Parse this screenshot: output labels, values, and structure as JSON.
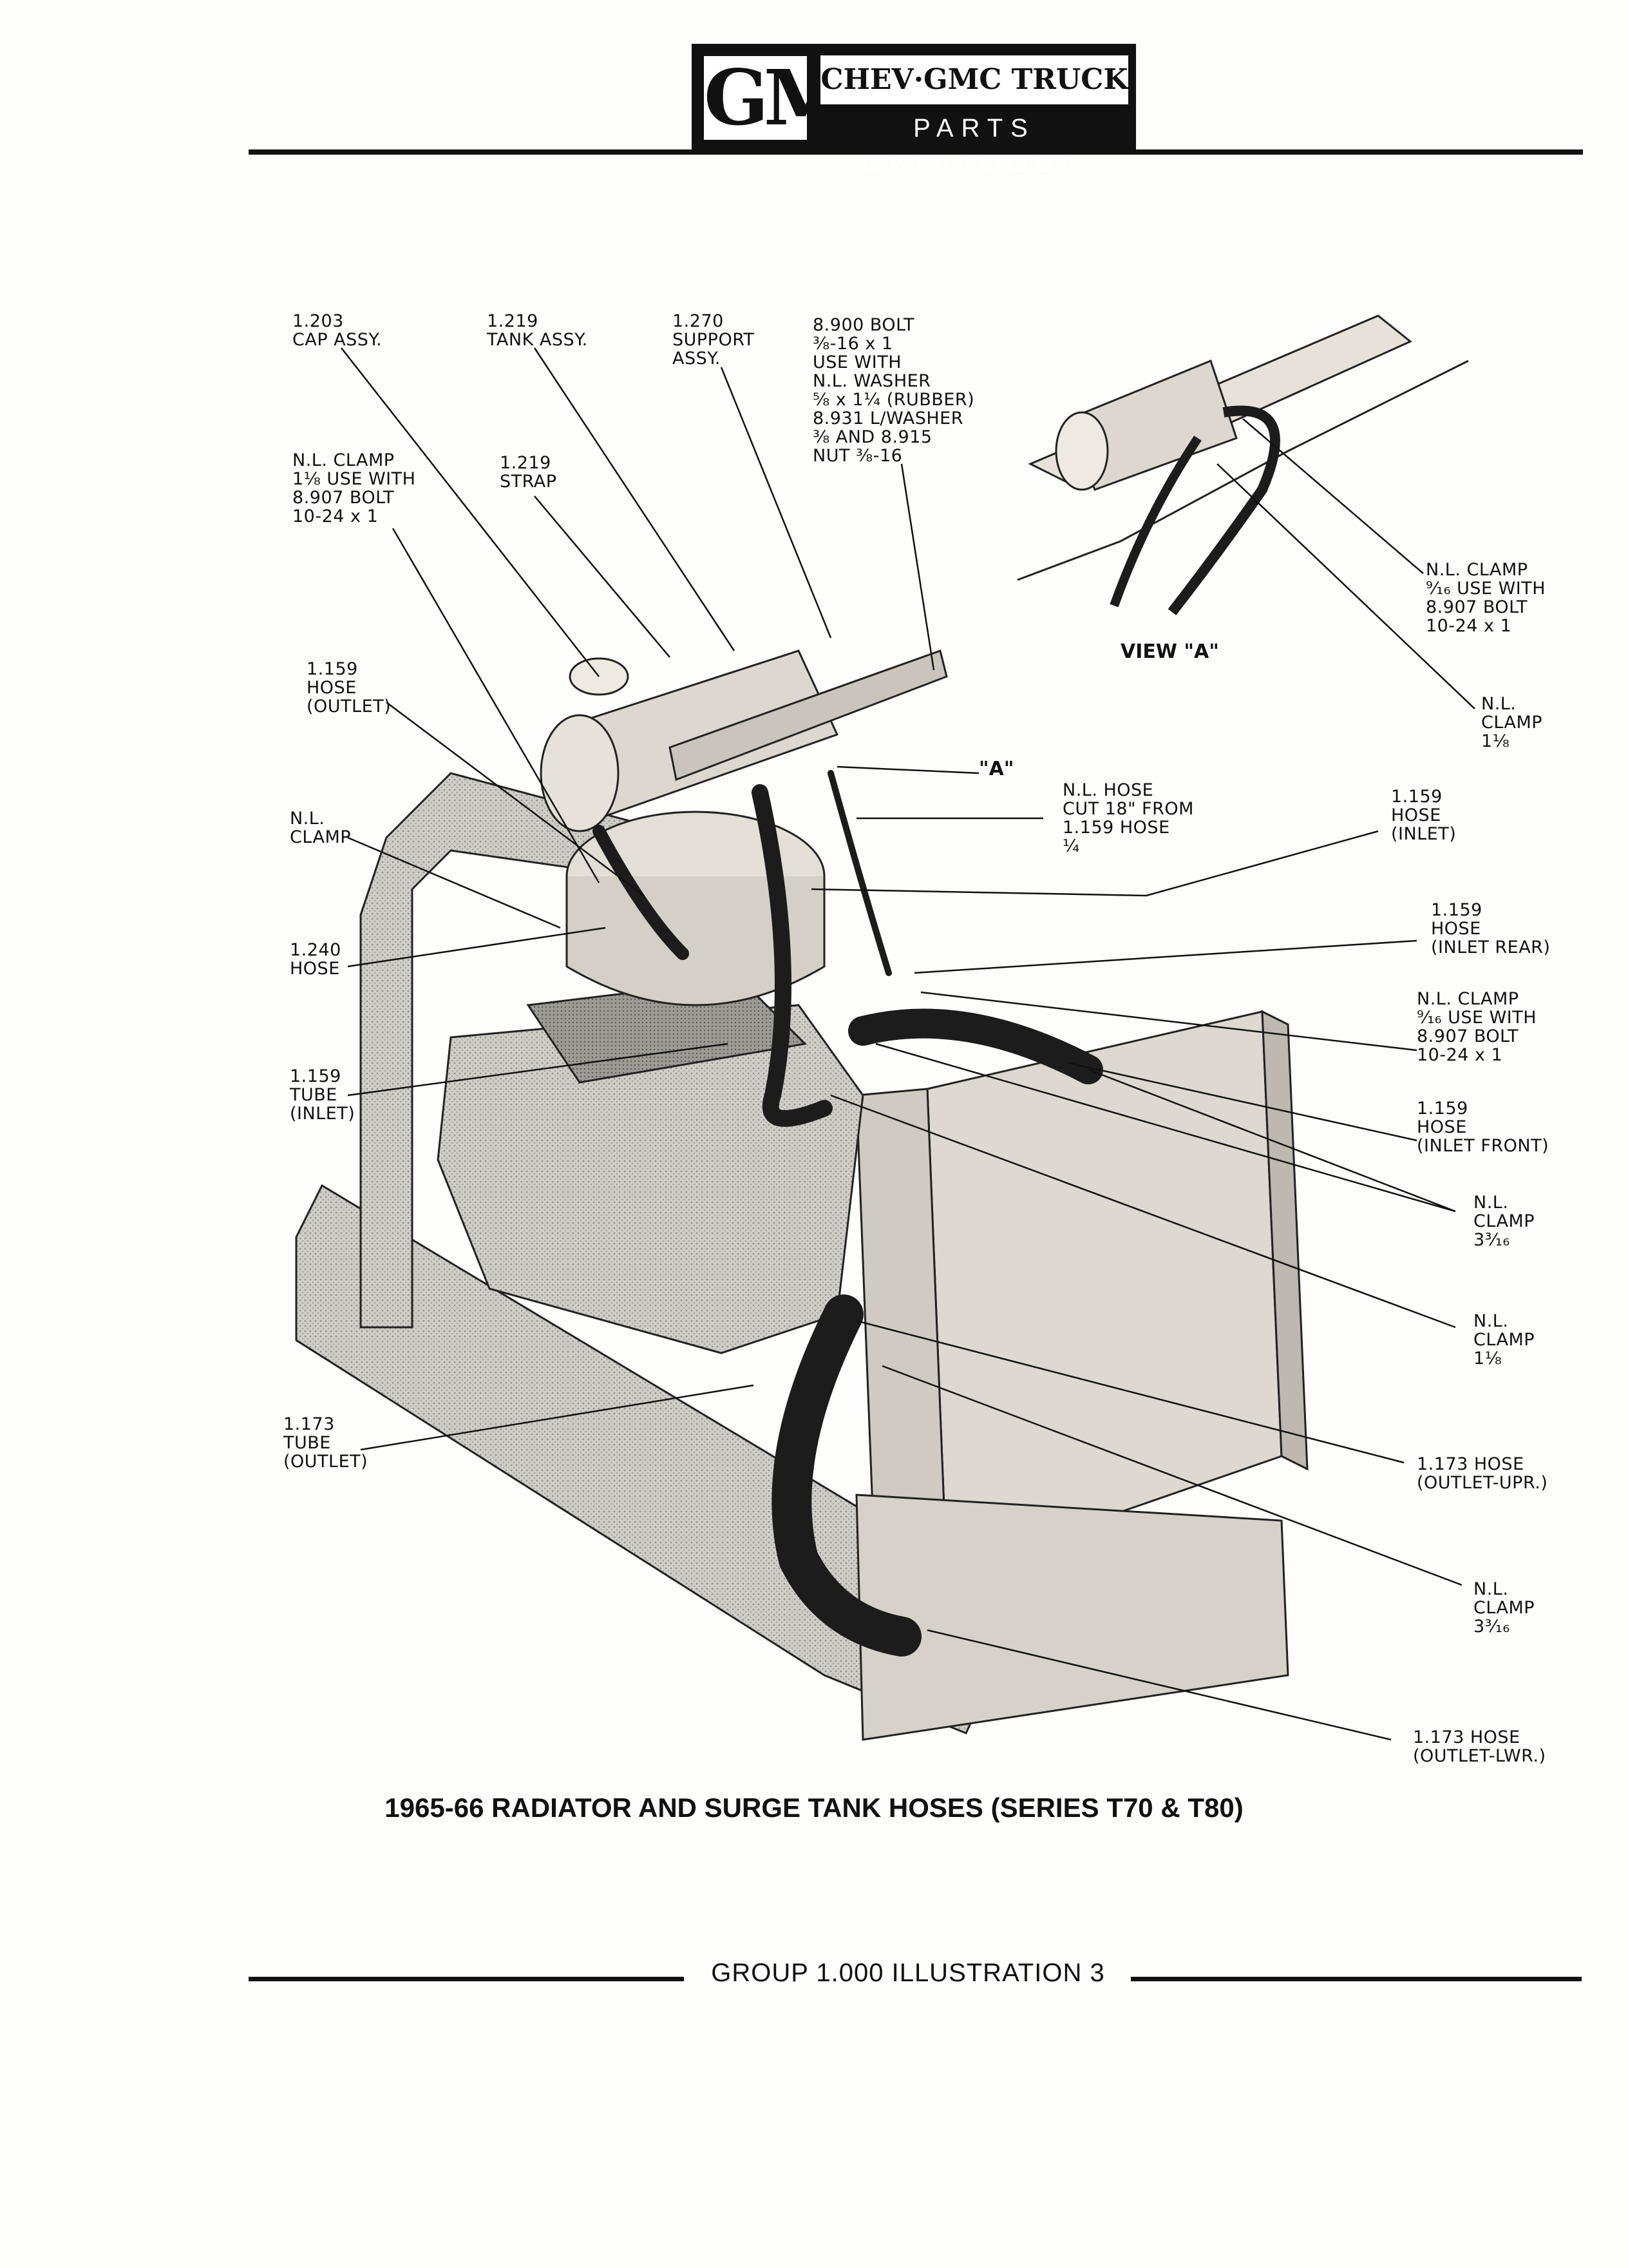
{
  "header": {
    "logo_text": "GM",
    "brand_line1": "CHEV·GMC TRUCK",
    "brand_line2": "PARTS CATALOGUE"
  },
  "labels": {
    "cap_assy": "1.203\nCAP ASSY.",
    "tank_assy": "1.219\nTANK ASSY.",
    "support_assy": "1.270\nSUPPORT\nASSY.",
    "bolt_8900": "8.900 BOLT\n⅜-16 x 1\nUSE WITH\nN.L. WASHER\n⅝ x 1¼ (RUBBER)\n8.931 L/WASHER\n⅜ AND 8.915\nNUT ⅜-16",
    "clamp_1_18_bolt": "N.L. CLAMP\n1⅛ USE WITH\n8.907 BOLT\n10-24 x 1",
    "strap": "1.219\nSTRAP",
    "hose_outlet": "1.159\nHOSE\n(OUTLET)",
    "clamp_left": "N.L.\nCLAMP",
    "hose_1240": "1.240\nHOSE",
    "tube_inlet": "1.159\nTUBE\n(INLET)",
    "tube_outlet": "1.173\nTUBE\n(OUTLET)",
    "nl_hose_cut": "N.L. HOSE\nCUT 18\" FROM\n1.159 HOSE\n¼",
    "a_marker": "\"A\"",
    "hose_inlet": "1.159\nHOSE\n(INLET)",
    "hose_inlet_rear": "1.159\nHOSE\n(INLET REAR)",
    "clamp_916_bolt": "N.L. CLAMP\n⁹⁄₁₆ USE WITH\n8.907 BOLT\n10-24 x 1",
    "hose_inlet_front": "1.159\nHOSE\n(INLET FRONT)",
    "clamp_3_316_a": "N.L.\nCLAMP\n3³⁄₁₆",
    "clamp_1_18_b": "N.L.\nCLAMP\n1⅛",
    "hose_outlet_upr": "1.173 HOSE\n(OUTLET-UPR.)",
    "clamp_3_316_b": "N.L.\nCLAMP\n3³⁄₁₆",
    "hose_outlet_lwr": "1.173 HOSE\n(OUTLET-LWR.)",
    "view_a_title": "VIEW \"A\"",
    "view_a_clamp_916": "N.L. CLAMP\n⁹⁄₁₆ USE WITH\n8.907 BOLT\n10-24 x 1",
    "view_a_clamp_118": "N.L.\nCLAMP\n1⅛"
  },
  "caption": "1965-66 RADIATOR AND SURGE TANK HOSES (SERIES T70 & T80)",
  "footer": "GROUP 1.000 ILLUSTRATION 3",
  "colors": {
    "ink": "#111111",
    "paper": "#fdfdfc",
    "shade": "#b8b6b0",
    "hose": "#1c1c1c"
  }
}
